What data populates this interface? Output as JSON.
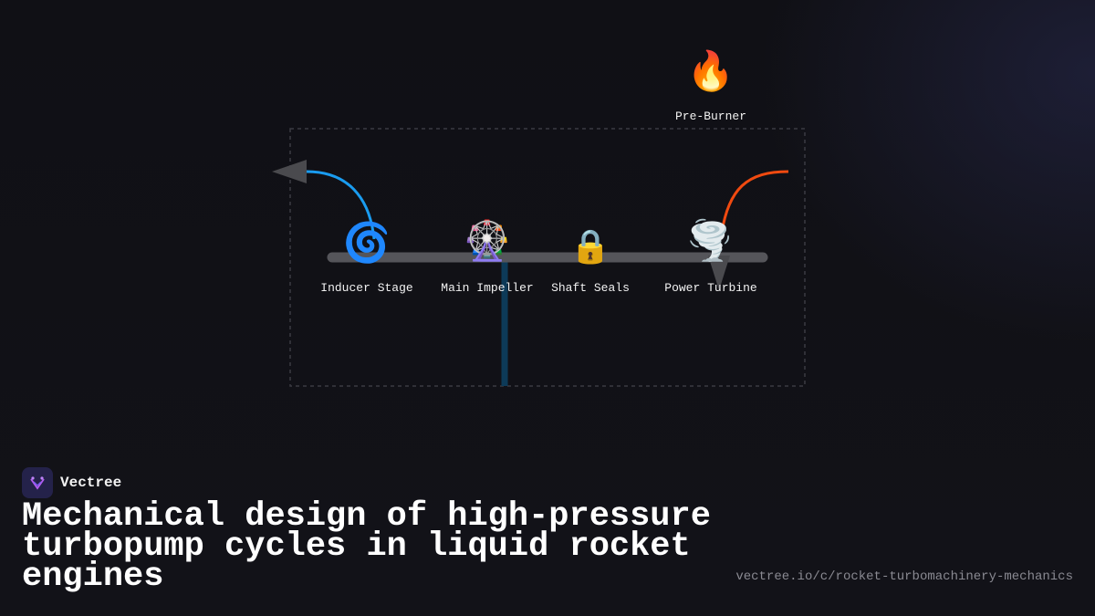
{
  "diagram": {
    "nodes": {
      "pre_burner": {
        "icon": "fire-icon",
        "glyph": "🔥",
        "label": "Pre-Burner"
      },
      "inducer_stage": {
        "icon": "cyclone-icon",
        "glyph": "🌀",
        "label": "Inducer Stage"
      },
      "main_impeller": {
        "icon": "ferris-wheel-icon",
        "glyph": "🎡",
        "label": "Main Impeller"
      },
      "shaft_seals": {
        "icon": "lock-icon",
        "glyph": "🔒",
        "label": "Shaft Seals"
      },
      "power_turbine": {
        "icon": "tornado-icon",
        "glyph": "🌪️",
        "label": "Power Turbine"
      }
    },
    "colors": {
      "inducer_flow": "#1a9cf0",
      "turbine_flow": "#f04a10",
      "shaft": "#55555a",
      "vertical_line": "#0d3a58",
      "arrowhead": "#4a4a4e",
      "housing_border": "#3a3a42"
    }
  },
  "footer": {
    "brand_name": "Vectree",
    "brand_icon": "vectree-logo-icon",
    "title": "Mechanical design of high-pressure turbopump cycles in liquid rocket engines",
    "url": "vectree.io/c/rocket-turbomachinery-mechanics"
  }
}
